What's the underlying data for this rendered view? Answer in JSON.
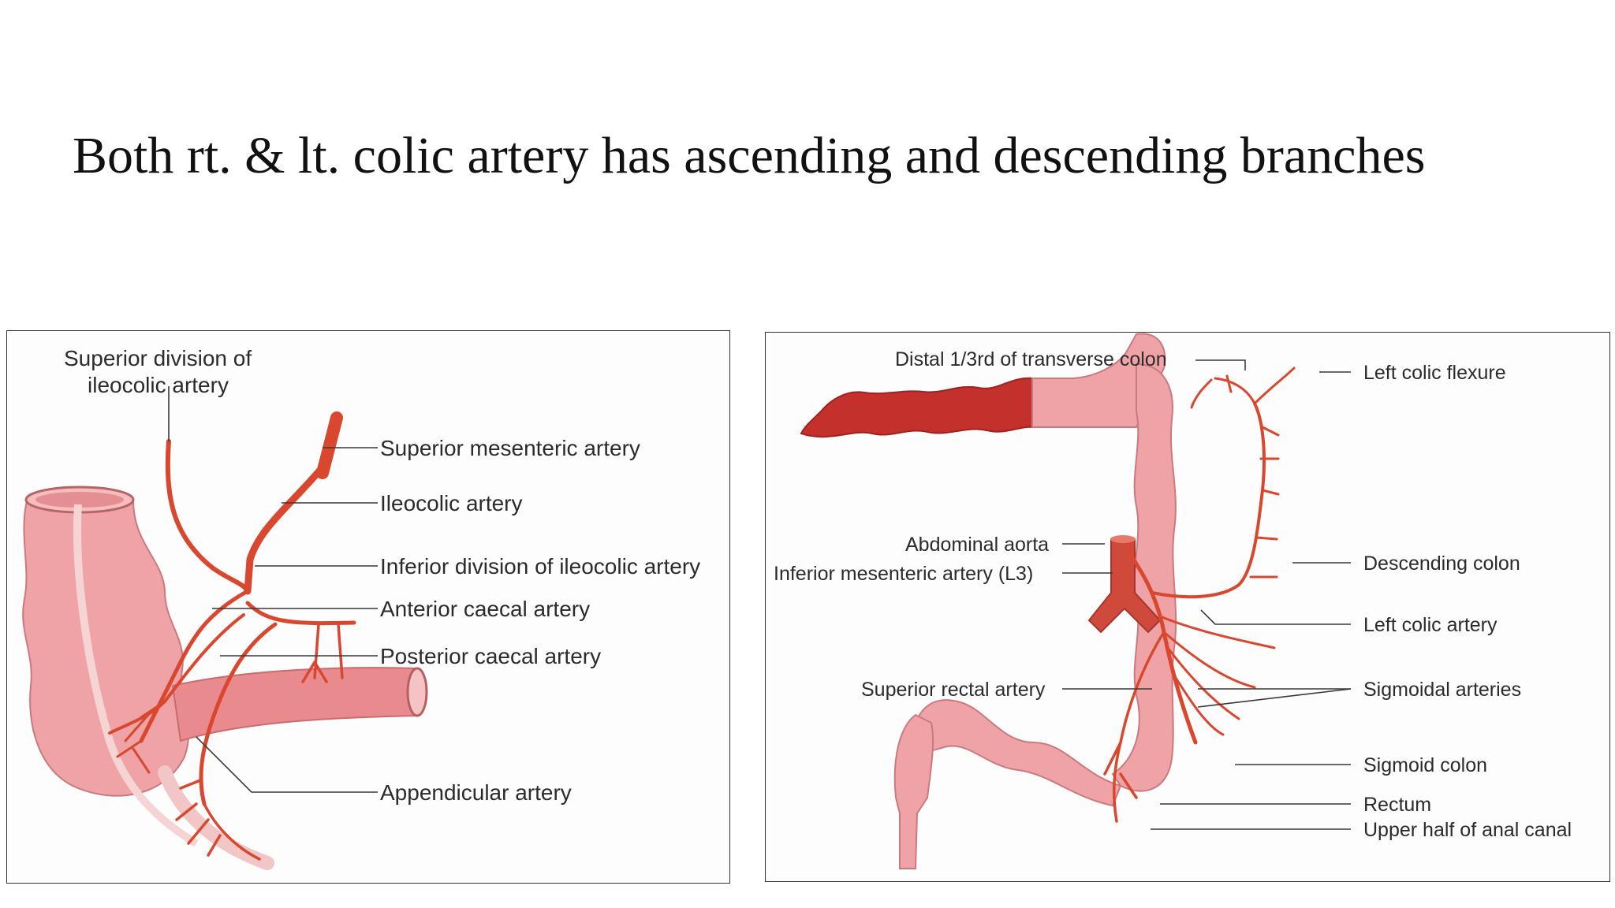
{
  "slide": {
    "title": "Both rt. & lt. colic artery has ascending and descending branches"
  },
  "left_diagram": {
    "labels": {
      "superior_division_line1": "Superior division of",
      "superior_division_line2": "ileocolic artery",
      "superior_mesenteric_artery": "Superior mesenteric artery",
      "ileocolic_artery": "Ileocolic artery",
      "inferior_division": "Inferior division of ileocolic artery",
      "anterior_caecal_artery": "Anterior caecal artery",
      "posterior_caecal_artery": "Posterior caecal artery",
      "appendicular_artery": "Appendicular artery"
    }
  },
  "right_diagram": {
    "labels": {
      "distal_transverse_colon": "Distal 1/3rd of transverse colon",
      "left_colic_flexure": "Left colic flexure",
      "abdominal_aorta": "Abdominal aorta",
      "inferior_mesenteric_artery": "Inferior mesenteric  artery (L3)",
      "descending_colon": "Descending colon",
      "left_colic_artery": "Left colic artery",
      "superior_rectal_artery": "Superior rectal artery",
      "sigmoidal_arteries": "Sigmoidal arteries",
      "sigmoid_colon": "Sigmoid colon",
      "rectum": "Rectum",
      "upper_half_anal_canal": "Upper half of anal canal"
    }
  },
  "colors": {
    "artery": "#d9472e",
    "colon": "#f0a3a6",
    "transverse_colon_dark": "#c4302b",
    "ileum": "#e98b8e"
  }
}
